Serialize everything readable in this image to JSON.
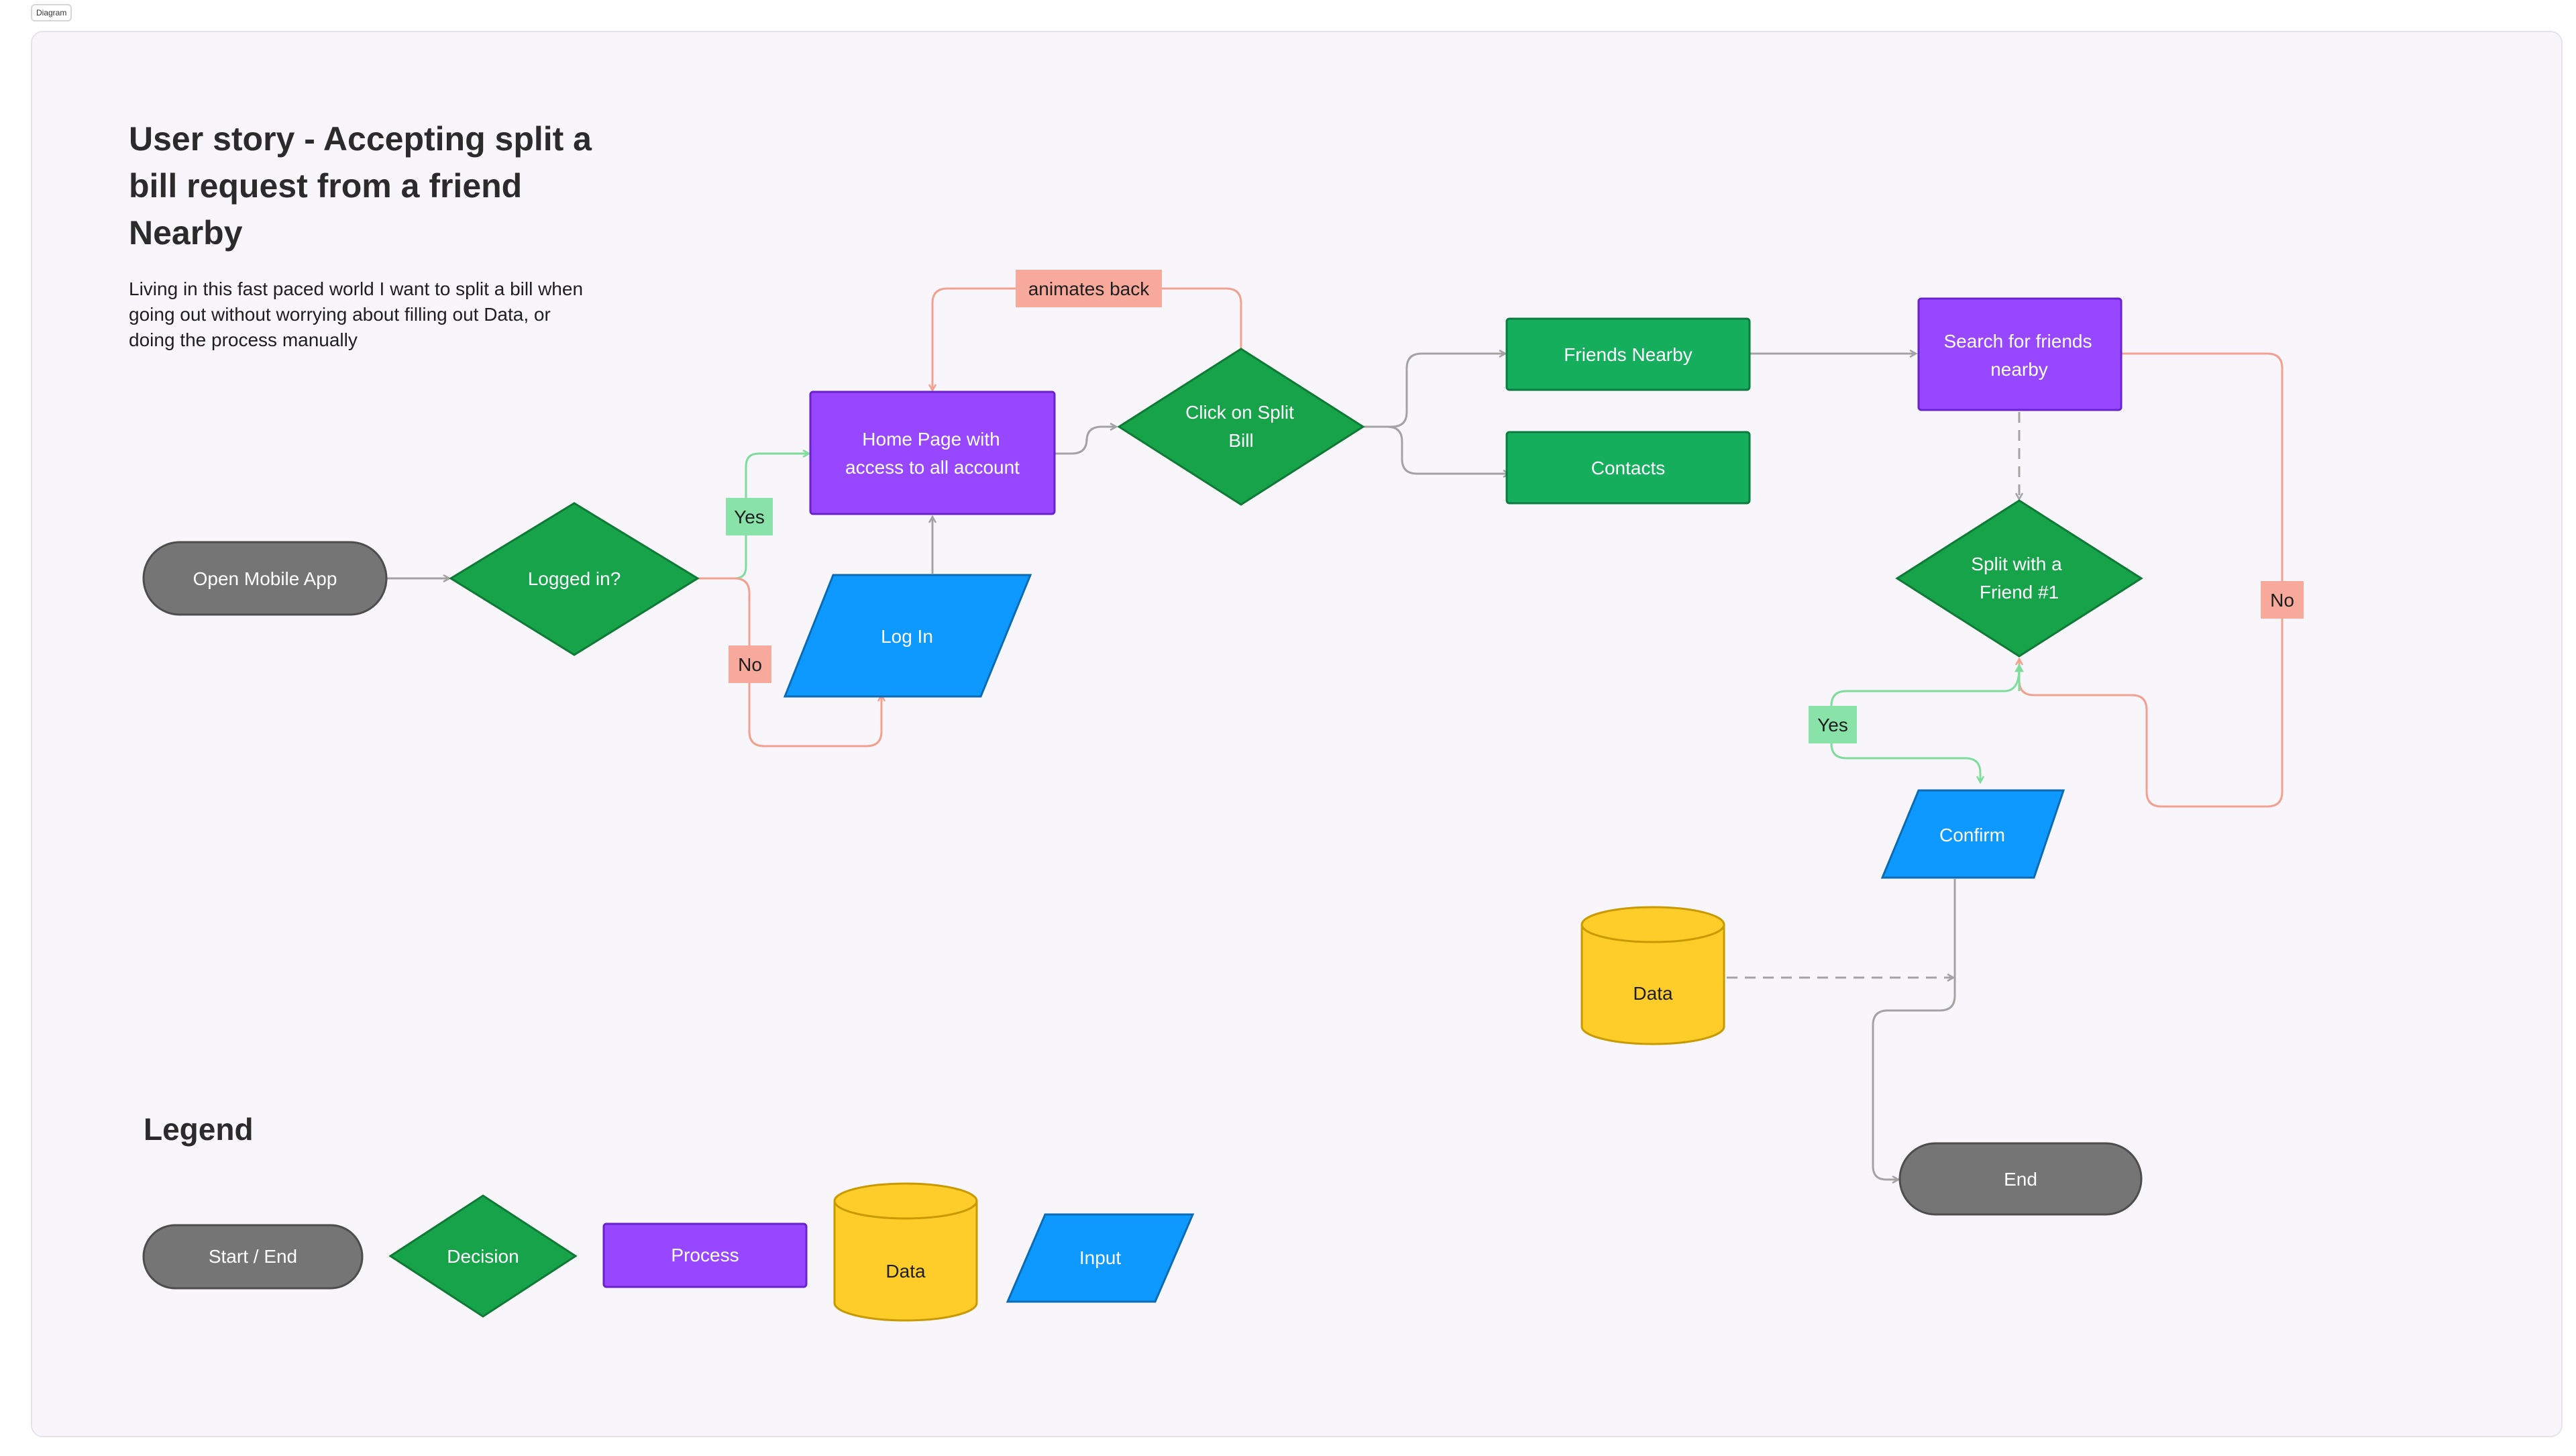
{
  "tag_label": "Diagram",
  "title": "User story - Accepting split a bill request from a friend Nearby",
  "description": "Living in this fast paced world I want to split a bill when going out without worrying about filling out Data, or doing the process manually",
  "legend": {
    "title": "Legend",
    "start_end": "Start / End",
    "decision": "Decision",
    "process": "Process",
    "data": "Data",
    "input": "Input"
  },
  "nodes": {
    "open_app": "Open Mobile App",
    "logged_in": "Logged in?",
    "log_in": "Log In",
    "home_page": [
      "Home Page with",
      "access to all account"
    ],
    "click_split": [
      "Click on Split",
      "Bill"
    ],
    "friends_nearby": "Friends Nearby",
    "contacts": "Contacts",
    "search_friends": [
      "Search for friends",
      "nearby"
    ],
    "split_friend": [
      "Split with a",
      "Friend #1"
    ],
    "confirm": "Confirm",
    "data": "Data",
    "end": "End"
  },
  "edge_labels": {
    "yes_login": "Yes",
    "no_login": "No",
    "animates_back": "animates back",
    "no_search": "No",
    "yes_split": "Yes"
  },
  "colors": {
    "canvas": "#f8f6fb",
    "start_end": "#757575",
    "decision": "#16a34a",
    "process": "#9747ff",
    "data": "#ffcd29",
    "input": "#0d99ff",
    "green_node": "#14ae5c",
    "yes_label": "#89e3a9",
    "no_label": "#f7a99b",
    "yes_line": "#7fdc9d",
    "no_line": "#f2a08f",
    "neutral_line": "#a3a3a3"
  }
}
